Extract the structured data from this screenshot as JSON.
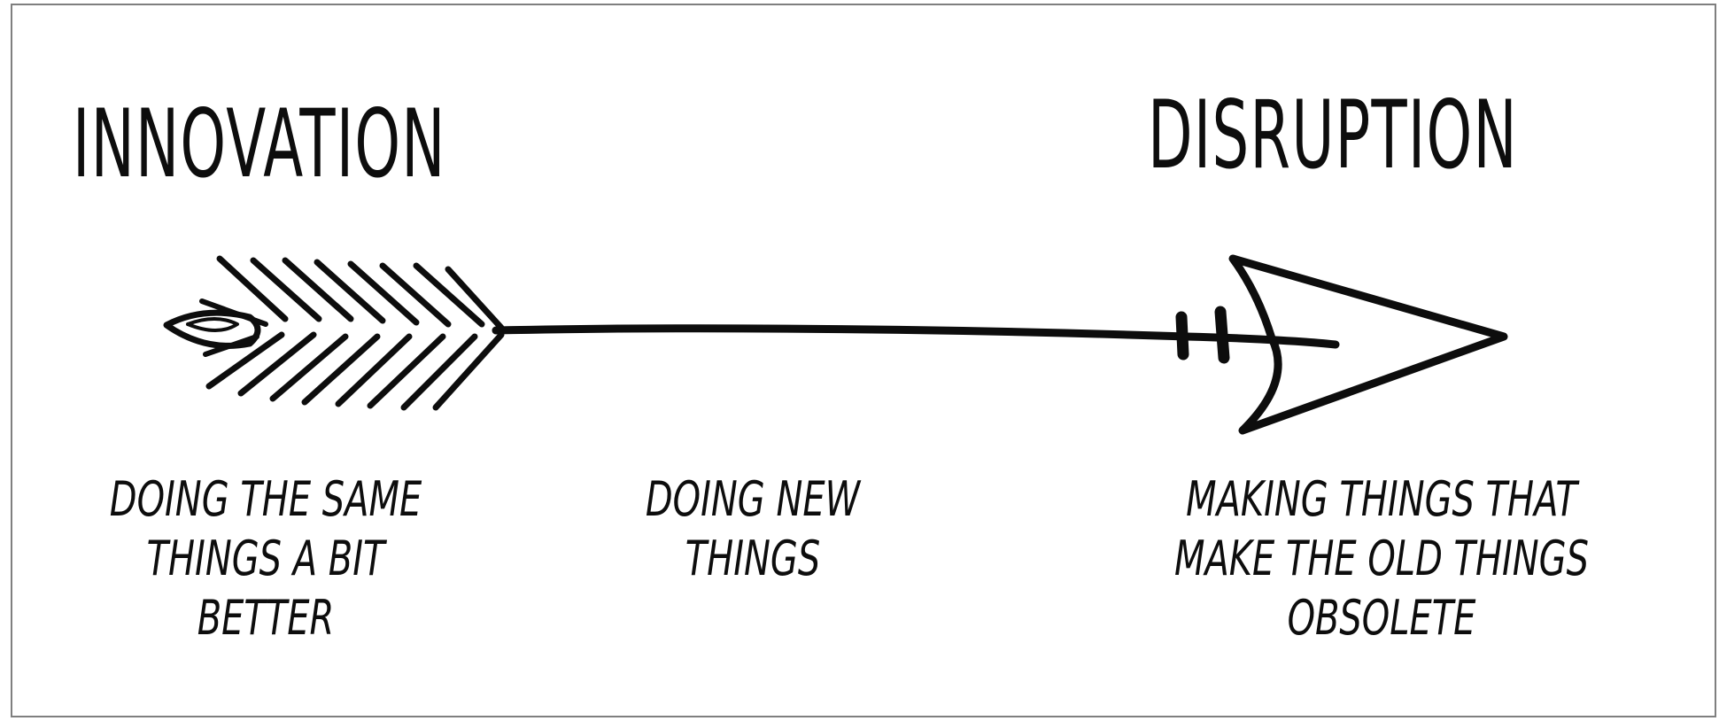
{
  "left_heading": "INNOVATION",
  "right_heading": "DISRUPTION",
  "left_caption": [
    "DOING THE SAME",
    "THINGS A BIT",
    "BETTER"
  ],
  "middle_caption": [
    "DOING NEW",
    "THINGS"
  ],
  "right_caption": [
    "MAKING THINGS THAT",
    "MAKE THE OLD THINGS",
    "OBSOLETE"
  ],
  "colors": {
    "ink": "#0d0d0d",
    "border": "#7f7f7f",
    "background": "#ffffff"
  }
}
